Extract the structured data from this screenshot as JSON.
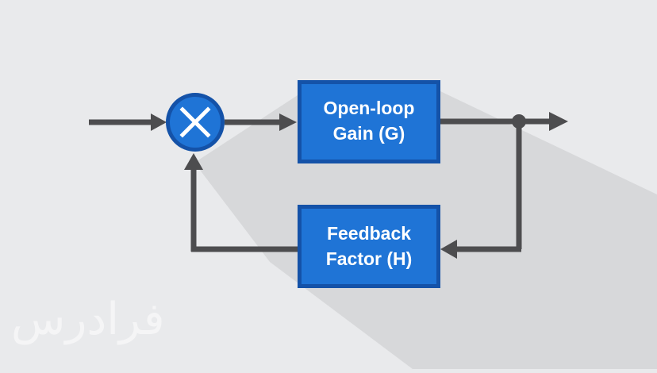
{
  "blocks": {
    "gain": {
      "line1": "Open-loop",
      "line2": "Gain (G)"
    },
    "feedback": {
      "line1": "Feedback",
      "line2": "Factor (H)"
    }
  },
  "watermark": {
    "text": "فرادرس"
  },
  "colors": {
    "background": "#e9eaec",
    "shadow": "#d7d8da",
    "block_fill": "#1f74d6",
    "block_border": "#1452a8",
    "line": "#4d4d4f",
    "text": "#ffffff"
  },
  "icons": {
    "summing_junction": "multiply-x-icon",
    "branch_point": "dot-icon"
  }
}
